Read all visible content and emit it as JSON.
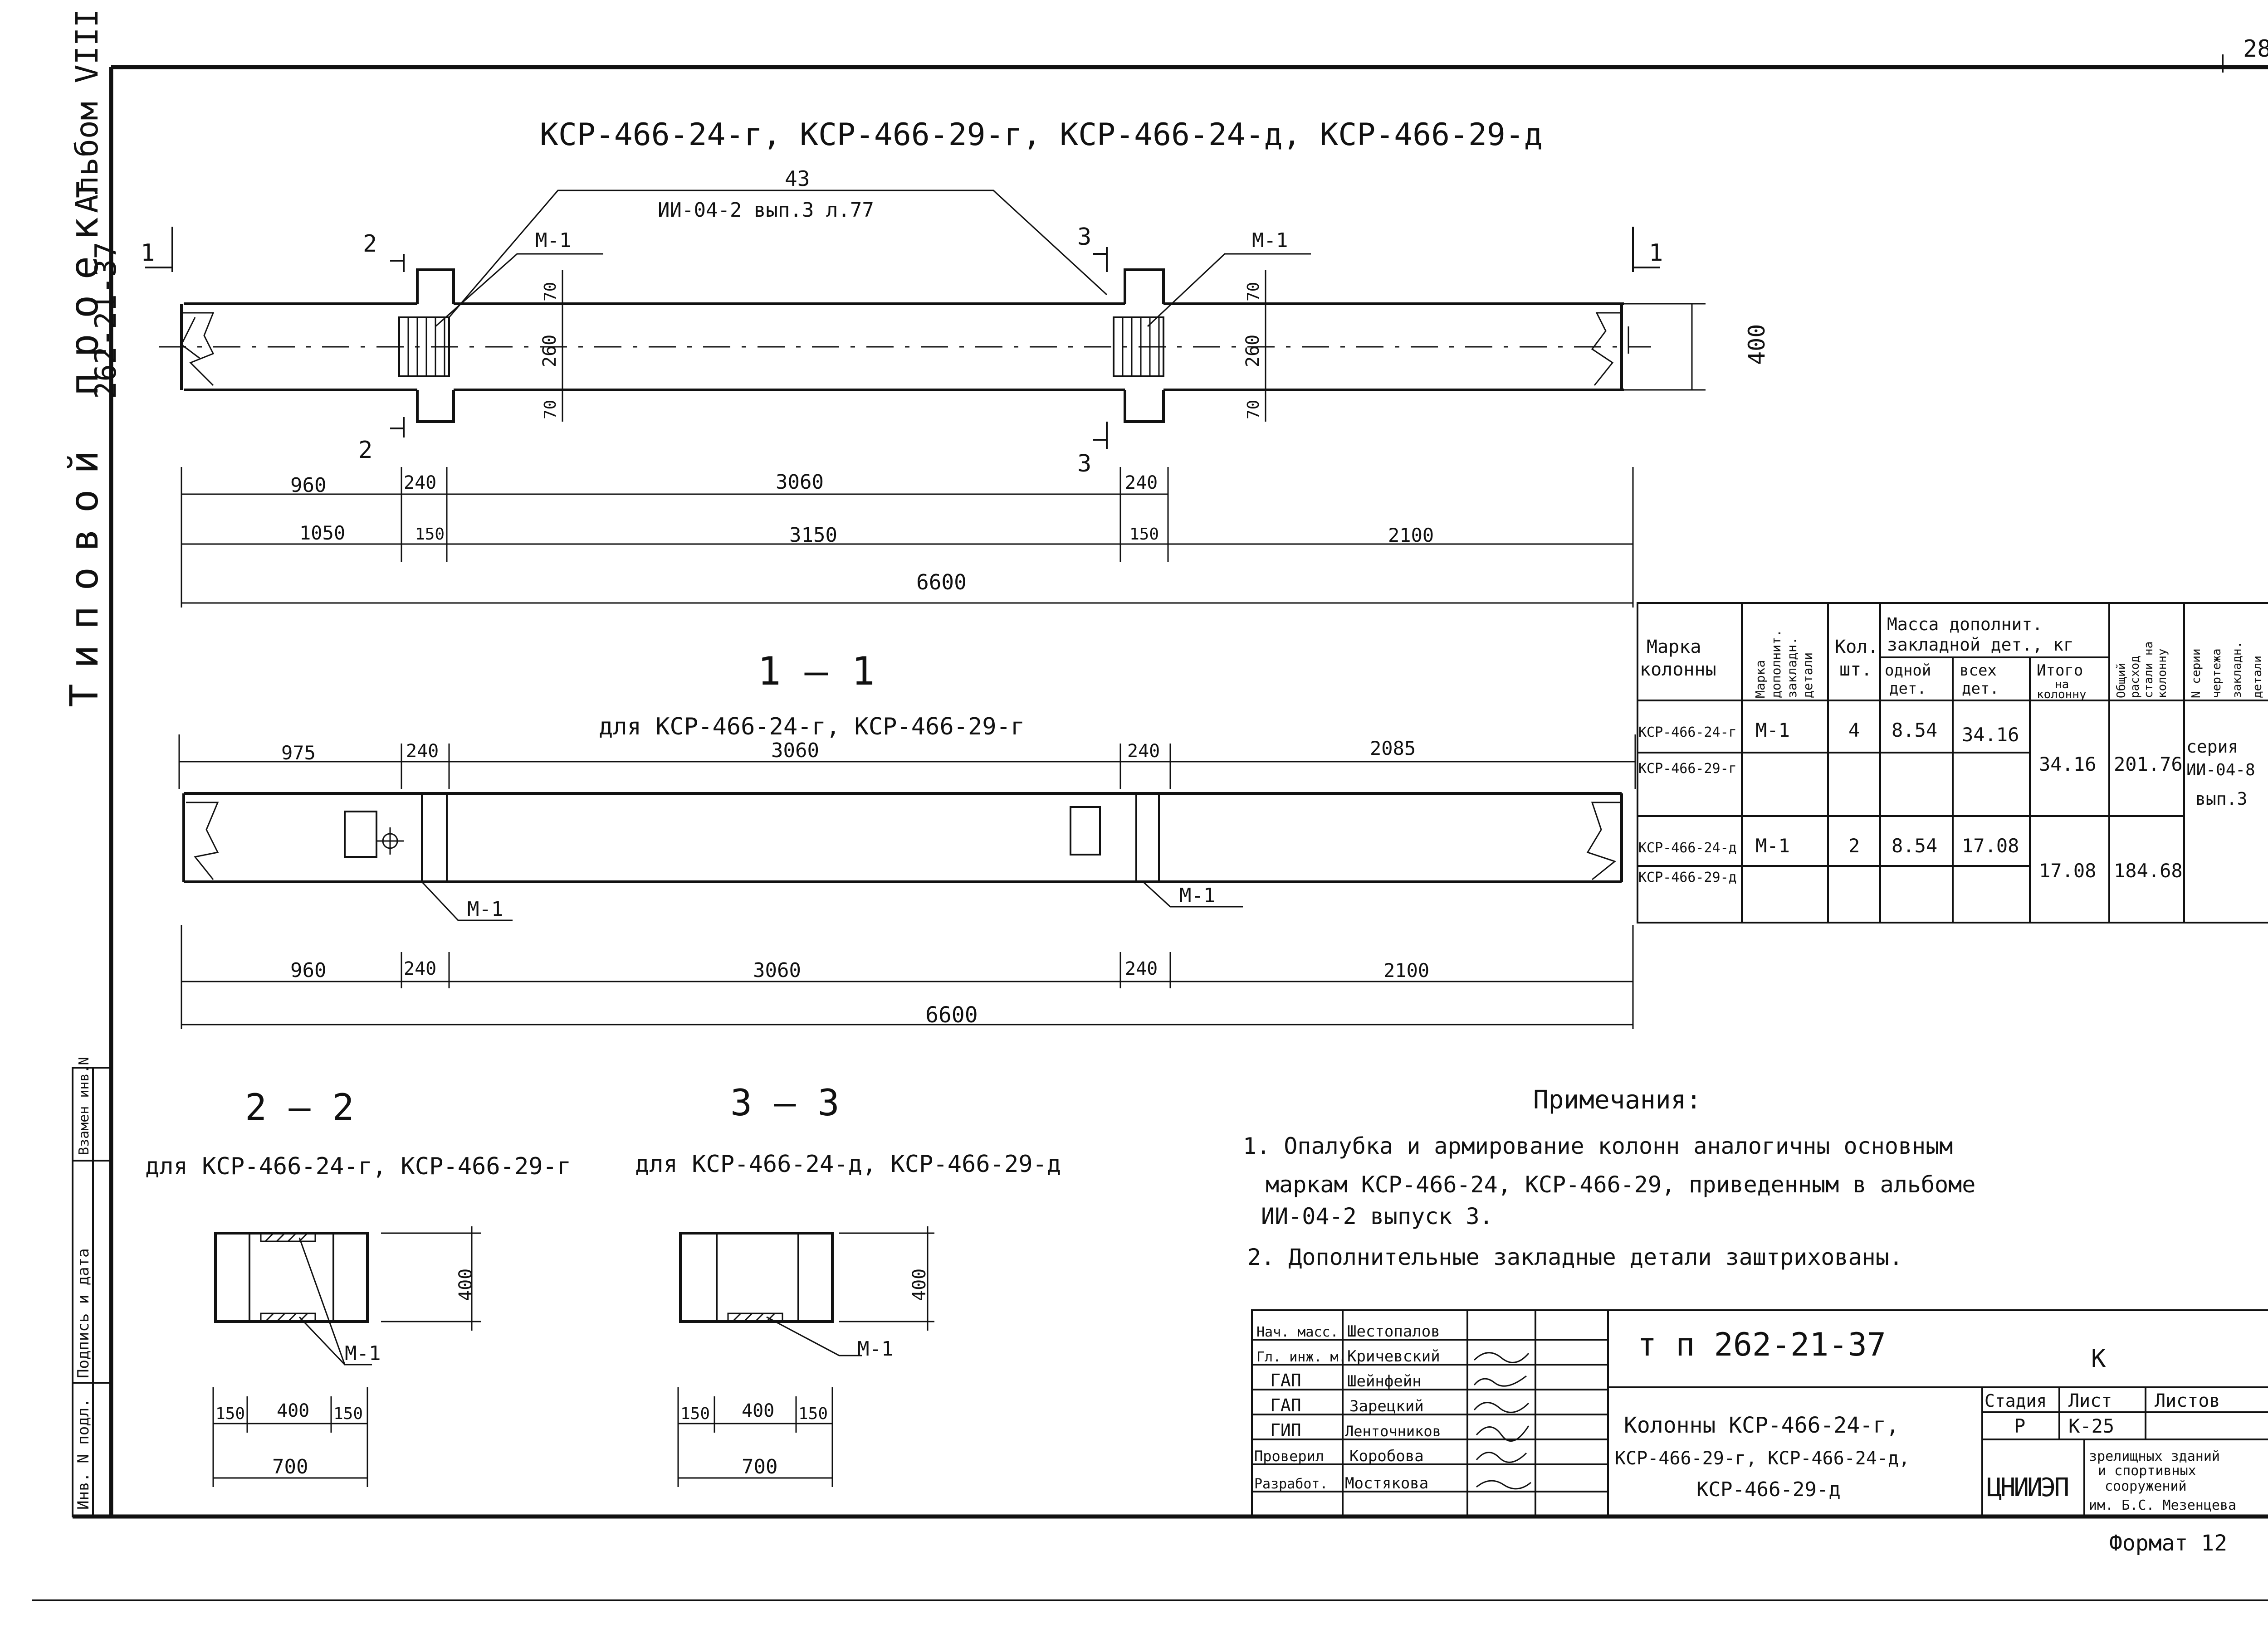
{
  "side": {
    "stamp": "Типовой проект",
    "project": "262-21-37",
    "album": "Альбом VIII",
    "inv_cols": [
      "Инв. N подл.",
      "Подпись и дата",
      "Взамен инв.N"
    ]
  },
  "sheet_corner": "28",
  "title": "КСР-466-24-г, КСР-466-29-г, КСР-466-24-д, КСР-466-29-д",
  "plan": {
    "ref_top": "43",
    "ref_bottom": "ИИ-04-2 вып.3 л.77",
    "mark_m1": "М-1",
    "cut_1": "1",
    "cut_2": "2",
    "cut_3": "3",
    "d70": "70",
    "d260": "260",
    "d400": "400",
    "row1": [
      "960",
      "240",
      "3060",
      "240"
    ],
    "row2": [
      "1050",
      "150",
      "3150",
      "150",
      "2100"
    ],
    "total": "6600"
  },
  "sec11": {
    "title": "1 – 1",
    "sub": "для КСР-466-24-г, КСР-466-29-г",
    "top": [
      "975",
      "240",
      "3060",
      "240",
      "2085"
    ],
    "bot": [
      "960",
      "240",
      "3060",
      "240",
      "2100"
    ],
    "total": "6600",
    "m1": "М-1"
  },
  "sec22": {
    "title": "2 – 2",
    "sub": "для КСР-466-24-г, КСР-466-29-г",
    "dims": [
      "150",
      "400",
      "150"
    ],
    "total": "700",
    "h": "400",
    "m1": "М-1"
  },
  "sec33": {
    "title": "3 – 3",
    "sub": "для КСР-466-24-д, КСР-466-29-д",
    "dims": [
      "150",
      "400",
      "150"
    ],
    "total": "700",
    "h": "400",
    "m1": "М-1"
  },
  "table": {
    "h_marka": [
      "Марка",
      "колонны"
    ],
    "h_dop": [
      "Марка",
      "дополнит.",
      "закладн.",
      "детали"
    ],
    "h_kol": [
      "Кол.",
      "шт."
    ],
    "h_mass": [
      "Масса дополнит.",
      "закладной дет., кг"
    ],
    "h_one": [
      "одной",
      "дет."
    ],
    "h_all": [
      "всех",
      "дет."
    ],
    "h_itog": [
      "Итого",
      "на",
      "колонну"
    ],
    "h_total": [
      "Общий",
      "расход",
      "стали на",
      "колонну"
    ],
    "h_series": [
      "N серии",
      "чертежа",
      "закладн.",
      "детали"
    ],
    "rows": [
      {
        "m1": "КСР-466-24-г",
        "m2": "КСР-466-29-г",
        "det": "М-1",
        "kol": "4",
        "one": "8.54",
        "all": "34.16",
        "itog": "34.16",
        "total": "201.76"
      },
      {
        "m1": "КСР-466-24-д",
        "m2": "КСР-466-29-д",
        "det": "М-1",
        "kol": "2",
        "one": "8.54",
        "all": "17.08",
        "itog": "17.08",
        "total": "184.68"
      }
    ],
    "series": [
      "серия",
      "ИИ-04-8",
      "вып.3"
    ]
  },
  "notes": {
    "title": "Примечания:",
    "lines": [
      "1. Опалубка и армирование колонн аналогичны основным",
      "маркам КСР-466-24, КСР-466-29, приведенным в альбоме",
      "ИИ-04-2 выпуск 3.",
      "2. Дополнительные закладные детали заштрихованы."
    ]
  },
  "stamp": {
    "roles": [
      "Нач. масс.",
      "Гл. инж. м.",
      "ГАП",
      "ГАП",
      "ГИП",
      "Проверил",
      "Разработ."
    ],
    "names": [
      "Шестопалов",
      "Кричевский",
      "Шейнфейн",
      "Зарецкий",
      "Ленточников",
      "Коробова",
      "Мостякова"
    ],
    "doc": "т п 262-21-37",
    "letter": "К",
    "desc": [
      "Колонны КСР-466-24-г,",
      "КСР-466-29-г, КСР-466-24-д,",
      "КСР-466-29-д"
    ],
    "stage_h": "Стадия",
    "sheet_h": "Лист",
    "sheets_h": "Листов",
    "stage": "Р",
    "sheet": "К-25",
    "org_logo": "ЦНИИЭП",
    "org": [
      "зрелищных зданий",
      "и спортивных",
      "сооружений",
      "им. Б.С. Мезенцева"
    ],
    "format": "Формат 12"
  }
}
